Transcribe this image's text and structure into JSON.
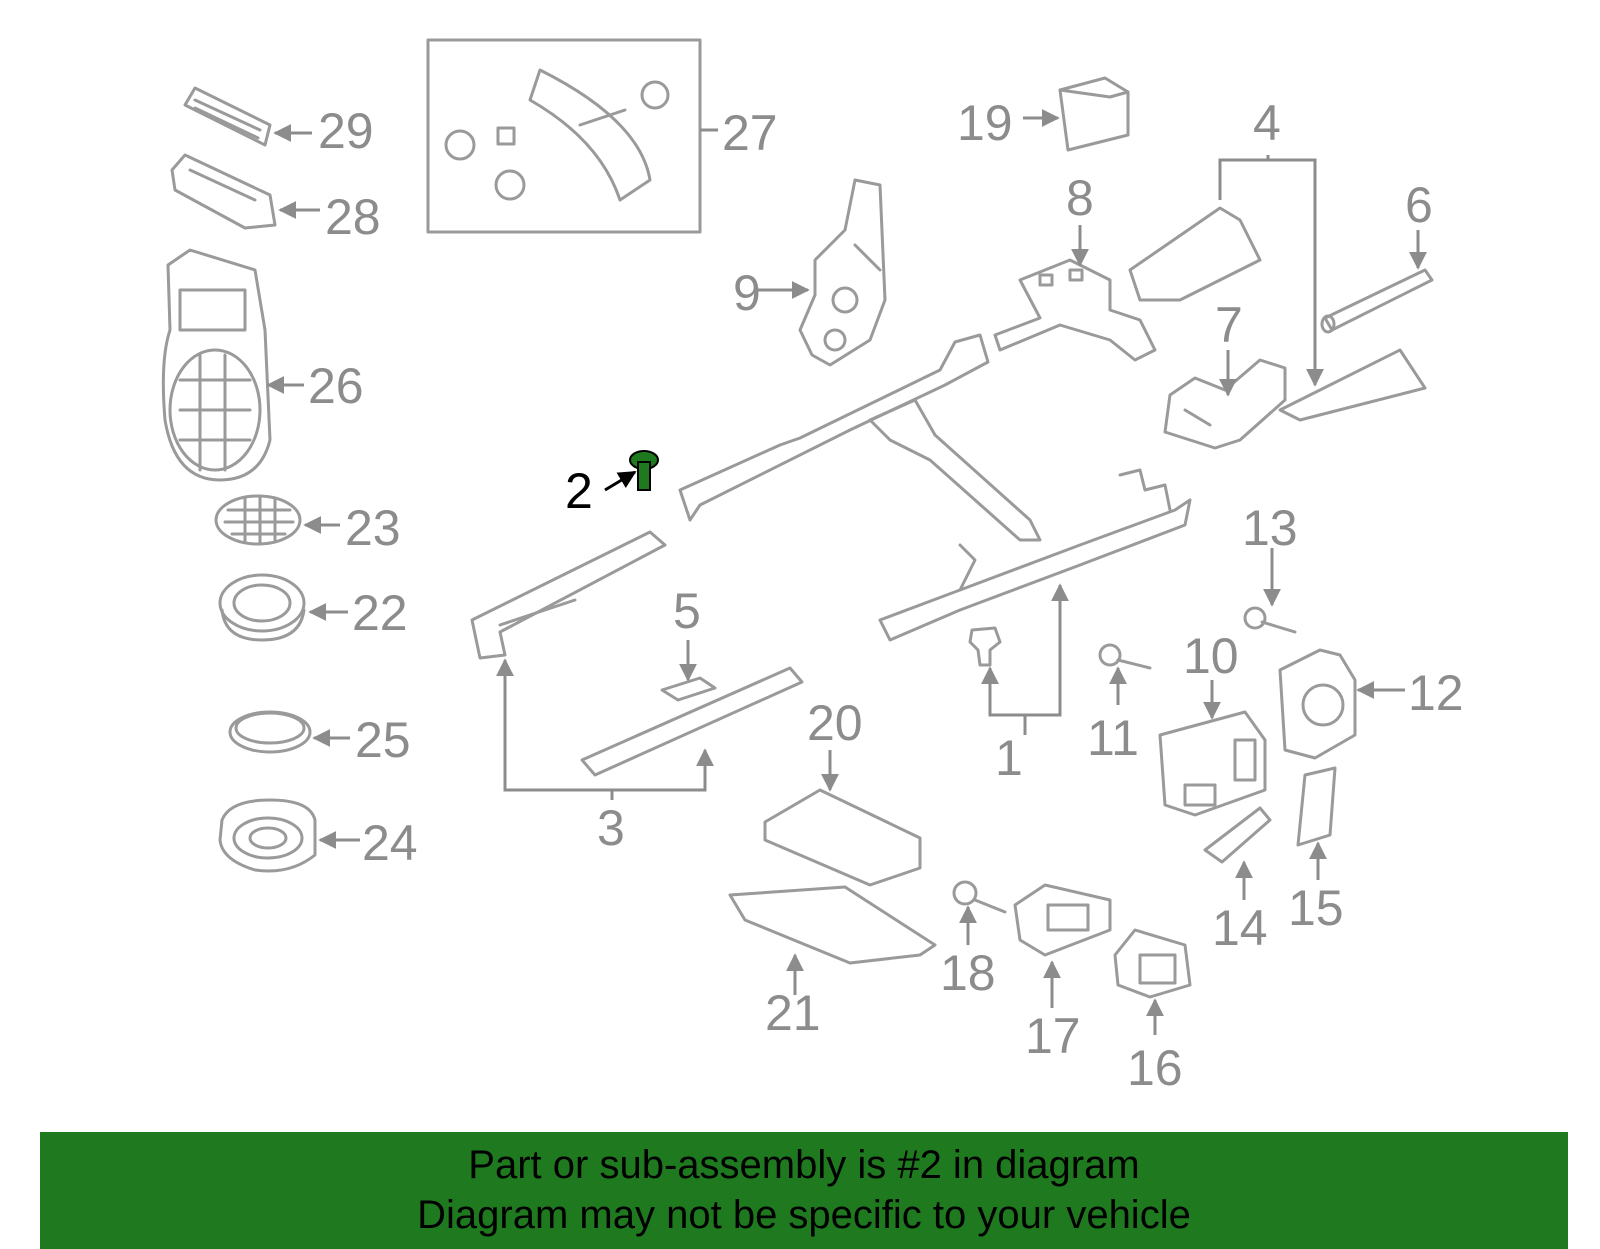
{
  "banner": {
    "line1": "Part or sub-assembly is #2 in diagram",
    "line2": "Diagram may not be specific to your vehicle"
  },
  "highlight_color": "#1f7a1f",
  "part_color": "#9a9a9a",
  "highlighted_part": "2",
  "callouts": {
    "c1": "1",
    "c2": "2",
    "c3": "3",
    "c4": "4",
    "c5": "5",
    "c6": "6",
    "c7": "7",
    "c8": "8",
    "c9": "9",
    "c10": "10",
    "c11": "11",
    "c12": "12",
    "c13": "13",
    "c14": "14",
    "c15": "15",
    "c16": "16",
    "c17": "17",
    "c18": "18",
    "c19": "19",
    "c20": "20",
    "c21": "21",
    "c22": "22",
    "c23": "23",
    "c24": "24",
    "c25": "25",
    "c26": "26",
    "c27": "27",
    "c28": "28",
    "c29": "29"
  }
}
